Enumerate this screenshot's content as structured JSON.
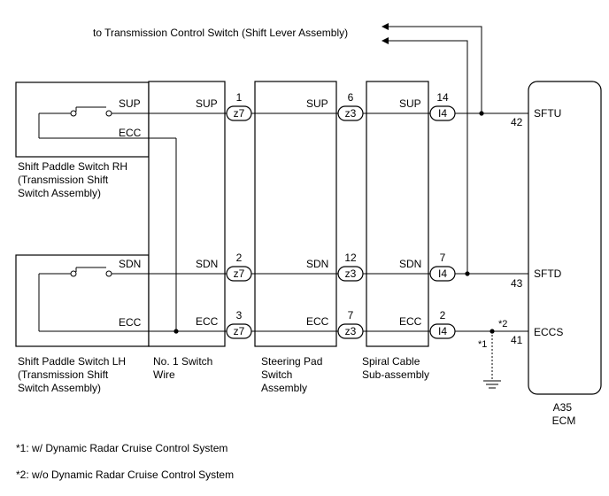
{
  "top_note": "to Transmission Control Switch (Shift Lever Assembly)",
  "components": {
    "rh": {
      "name": [
        "Shift Paddle Switch RH",
        "(Transmission Shift",
        "Switch Assembly)"
      ],
      "sup": "SUP",
      "ecc": "ECC"
    },
    "lh": {
      "name": [
        "Shift Paddle Switch LH",
        "(Transmission Shift",
        "Switch Assembly)"
      ],
      "sdn": "SDN",
      "ecc": "ECC"
    },
    "switch_wire": {
      "name": [
        "No. 1 Switch",
        "Wire"
      ],
      "sup": "SUP",
      "sdn": "SDN",
      "ecc": "ECC"
    },
    "steering_pad": {
      "name": [
        "Steering Pad",
        "Switch",
        "Assembly"
      ],
      "sup": "SUP",
      "sdn": "SDN",
      "ecc": "ECC"
    },
    "spiral_cable": {
      "name": [
        "Spiral Cable",
        "Sub-assembly"
      ],
      "sup": "SUP",
      "sdn": "SDN",
      "ecc": "ECC"
    },
    "ecm": {
      "name": [
        "A35",
        "ECM"
      ],
      "sftu": "SFTU",
      "sftd": "SFTD",
      "eccs": "ECCS",
      "pin_sftu": "42",
      "pin_sftd": "43",
      "pin_eccs": "41"
    }
  },
  "connectors": {
    "z7": "z7",
    "z3": "z3",
    "i4": "I4",
    "pins": {
      "z7_sup": "1",
      "z7_sdn": "2",
      "z7_ecc": "3",
      "z3_sup": "6",
      "z3_sdn": "12",
      "z3_ecc": "7",
      "i4_sup": "14",
      "i4_sdn": "7",
      "i4_ecc": "2"
    }
  },
  "marks": {
    "m1": "*1",
    "m2": "*2"
  },
  "footnotes": [
    "*1: w/ Dynamic Radar Cruise Control System",
    "*2: w/o Dynamic Radar Cruise Control System"
  ]
}
